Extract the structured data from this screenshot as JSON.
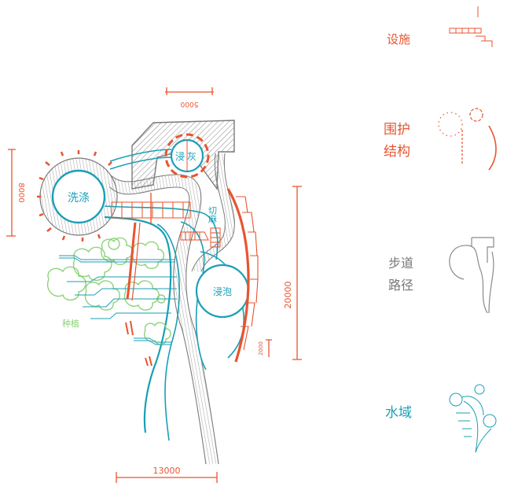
{
  "colors": {
    "facility": "#e8542f",
    "enclosure": "#e8542f",
    "path": "#8a8a8a",
    "water": "#1a9fb5",
    "planting": "#8ed37a"
  },
  "plan": {
    "zones": {
      "washing": "洗涤",
      "liming": "浸灰",
      "hemp_cutting": "切麻",
      "soaking": "浸泡",
      "planting": "种植"
    },
    "dimensions": {
      "top": "5000",
      "left": "8000",
      "right": "20000",
      "small": "2000",
      "bottom": "13000"
    }
  },
  "legend": [
    {
      "label_1": "设施",
      "label_2": "",
      "icon": "facility-icon"
    },
    {
      "label_1": "围护",
      "label_2": "结构",
      "icon": "enclosure-icon"
    },
    {
      "label_1": "步道",
      "label_2": "路径",
      "icon": "path-icon"
    },
    {
      "label_1": "水域",
      "label_2": "",
      "icon": "water-icon"
    }
  ]
}
